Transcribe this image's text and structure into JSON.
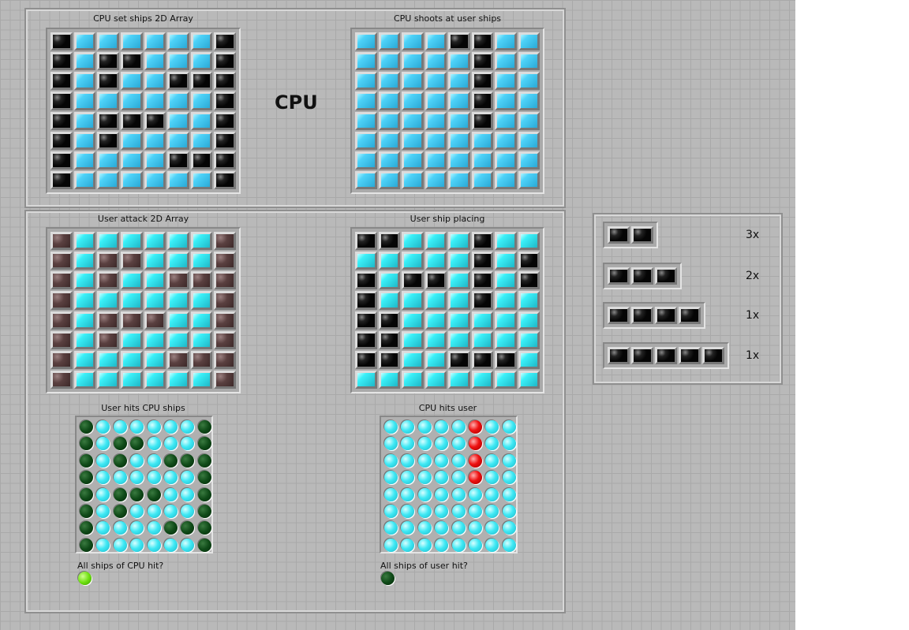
{
  "cpu_label": "CPU",
  "cpu_set_ships": {
    "label": "CPU set ships 2D Array",
    "grid": [
      "10000001",
      "10110001",
      "10100111",
      "10000001",
      "10111001",
      "10100001",
      "10000111",
      "10000001"
    ]
  },
  "cpu_shoots": {
    "label": "CPU shoots at user ships",
    "grid": [
      "00001100",
      "00000100",
      "00000100",
      "00000100",
      "00000100",
      "00000000",
      "00000000",
      "00000000"
    ]
  },
  "user_attack": {
    "label": "User attack 2D Array",
    "grid": [
      "10000001",
      "10110001",
      "10100111",
      "10000001",
      "10111001",
      "10100001",
      "10000111",
      "10000001"
    ]
  },
  "user_ship_placing": {
    "label": "User ship placing",
    "grid": [
      "11000100",
      "00000101",
      "10110101",
      "10000100",
      "11000000",
      "11000000",
      "11001110",
      "00000000"
    ]
  },
  "user_hits_cpu": {
    "label": "User hits CPU ships",
    "grid": [
      "10000001",
      "10110001",
      "10100111",
      "10000001",
      "10111001",
      "10100001",
      "10000111",
      "10000001"
    ]
  },
  "cpu_hits_user": {
    "label": "CPU hits user",
    "grid": [
      "00000100",
      "00000100",
      "00000100",
      "00000100",
      "00000000",
      "00000000",
      "00000000",
      "00000000"
    ]
  },
  "all_cpu_hit": {
    "label": "All ships of CPU hit?",
    "value": true
  },
  "all_user_hit": {
    "label": "All ships of user hit?",
    "value": false
  },
  "ships": [
    {
      "size": 2,
      "count": "3x"
    },
    {
      "size": 3,
      "count": "2x"
    },
    {
      "size": 4,
      "count": "1x"
    },
    {
      "size": 5,
      "count": "1x"
    }
  ]
}
